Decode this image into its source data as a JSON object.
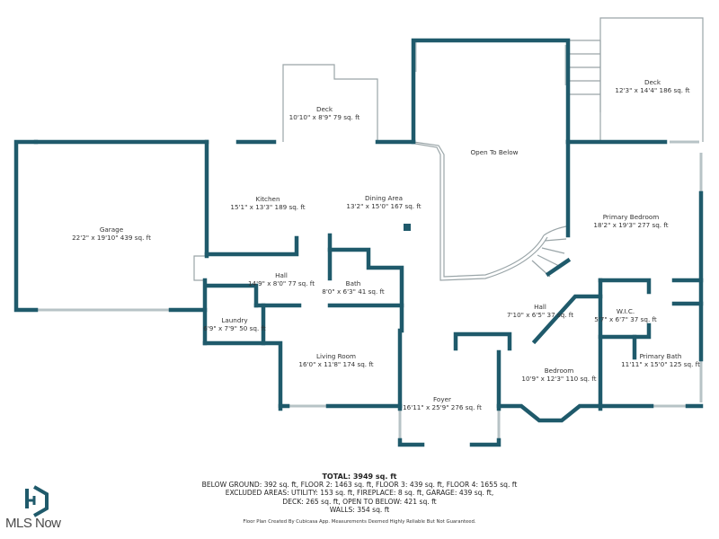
{
  "colors": {
    "wall": "#1f5a6b",
    "thin_line": "#9aa5a8",
    "text": "#333333"
  },
  "rooms": [
    {
      "name": "Garage",
      "dims": "22'2\" x 19'10\" 439 sq. ft"
    },
    {
      "name": "Deck",
      "dims": "10'10\" x 8'9\" 79 sq. ft"
    },
    {
      "name": "Kitchen",
      "dims": "15'1\" x 13'3\" 189 sq. ft"
    },
    {
      "name": "Dining Area",
      "dims": "13'2\" x 15'0\" 167 sq. ft"
    },
    {
      "name": "Open To Below",
      "dims": ""
    },
    {
      "name": "Deck",
      "dims": "12'3\" x 14'4\" 186 sq. ft"
    },
    {
      "name": "Primary Bedroom",
      "dims": "18'2\" x 19'3\" 277 sq. ft"
    },
    {
      "name": "Hall",
      "dims": "14'9\" x 8'0\" 77 sq. ft"
    },
    {
      "name": "Bath",
      "dims": "8'0\" x 6'3\" 41 sq. ft"
    },
    {
      "name": "Laundry",
      "dims": "6'9\" x 7'9\" 50 sq. ft"
    },
    {
      "name": "Living Room",
      "dims": "16'0\" x 11'8\" 174 sq. ft"
    },
    {
      "name": "Hall",
      "dims": "7'10\" x 6'5\" 37 sq. ft"
    },
    {
      "name": "W.I.C.",
      "dims": "5'7\" x 6'7\" 37 sq. ft"
    },
    {
      "name": "Primary Bath",
      "dims": "11'11\" x 15'0\" 125 sq. ft"
    },
    {
      "name": "Bedroom",
      "dims": "10'9\" x 12'3\" 110 sq. ft"
    },
    {
      "name": "Foyer",
      "dims": "16'11\" x 25'9\" 276 sq. ft"
    }
  ],
  "summary": {
    "total": "TOTAL: 3949 sq. ft",
    "line1": "BELOW GROUND: 392 sq. ft, FLOOR 2: 1463 sq. ft, FLOOR 3: 439 sq. ft, FLOOR 4: 1655 sq. ft",
    "line2": "EXCLUDED AREAS: UTILITY: 153 sq. ft, FIREPLACE: 8 sq. ft, GARAGE: 439 sq. ft,",
    "line3": "DECK: 265 sq. ft, OPEN TO BELOW: 421 sq. ft",
    "line4": "WALLS: 354 sq. ft"
  },
  "disclaimer": "Floor Plan Created By Cubicasa App. Measurements Deemed Highly Reliable But Not Guaranteed.",
  "logo": {
    "text": "MLS Now"
  }
}
